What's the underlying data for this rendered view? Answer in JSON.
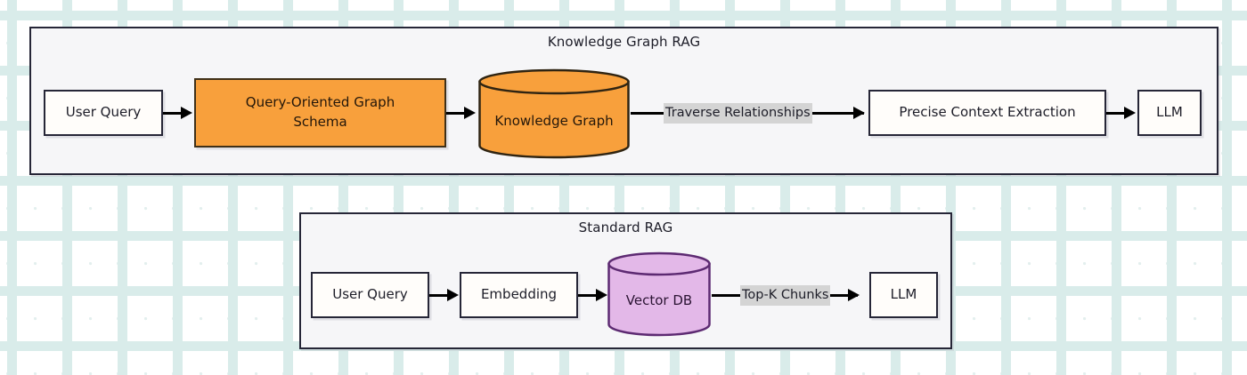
{
  "diagram": {
    "title_hidden": "",
    "background": {
      "pattern": "plus-grid-dots",
      "color": "#ffffff",
      "mark_color": "#d9ecea"
    },
    "colors": {
      "frame_fill": "#f6f6f8",
      "frame_stroke": "#262637",
      "node_fill": "#fffdfa",
      "node_stroke": "#262637",
      "accent_orange": "#f8a03c",
      "accent_purple": "#e3b8e8",
      "purple_stroke": "#6a3080",
      "edge_label_bg": "#d4d4d4",
      "arrow": "#000000"
    },
    "sections": [
      {
        "id": "knowledge-graph-rag",
        "title": "Knowledge Graph RAG",
        "nodes": [
          {
            "id": "kg-user-query",
            "label": "User Query"
          },
          {
            "id": "kg-schema",
            "label": "Query-Oriented Graph Schema",
            "line1": "Query-Oriented Graph",
            "line2": "Schema",
            "style": "orange"
          },
          {
            "id": "kg-graph",
            "label": "Knowledge Graph",
            "shape": "cylinder",
            "style": "orange"
          },
          {
            "id": "kg-extraction",
            "label": "Precise Context Extraction"
          },
          {
            "id": "kg-llm",
            "label": "LLM"
          }
        ],
        "edges": [
          {
            "from": "kg-user-query",
            "to": "kg-schema",
            "label": ""
          },
          {
            "from": "kg-schema",
            "to": "kg-graph",
            "label": ""
          },
          {
            "from": "kg-graph",
            "to": "kg-extraction",
            "label": "Traverse Relationships"
          },
          {
            "from": "kg-extraction",
            "to": "kg-llm",
            "label": ""
          }
        ]
      },
      {
        "id": "standard-rag",
        "title": "Standard RAG",
        "nodes": [
          {
            "id": "std-user-query",
            "label": "User Query"
          },
          {
            "id": "std-embedding",
            "label": "Embedding"
          },
          {
            "id": "std-vector-db",
            "label": "Vector DB",
            "shape": "cylinder",
            "style": "purple"
          },
          {
            "id": "std-llm",
            "label": "LLM"
          }
        ],
        "edges": [
          {
            "from": "std-user-query",
            "to": "std-embedding",
            "label": ""
          },
          {
            "from": "std-embedding",
            "to": "std-vector-db",
            "label": ""
          },
          {
            "from": "std-vector-db",
            "to": "std-llm",
            "label": "Top-K Chunks"
          }
        ]
      }
    ]
  }
}
